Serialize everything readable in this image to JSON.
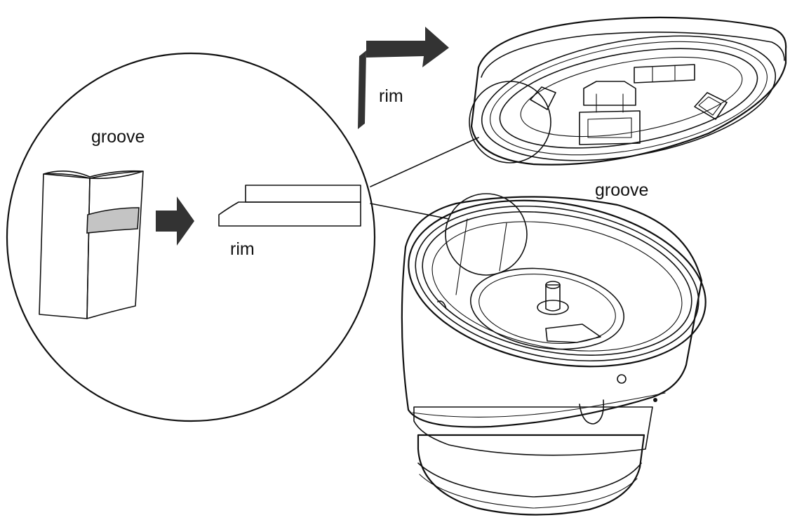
{
  "labels": {
    "detail_groove": "groove",
    "detail_rim": "rim",
    "top_rim": "rim",
    "body_groove": "groove"
  },
  "colors": {
    "line": "#111111",
    "arrow": "#333333",
    "groove_band": "#c4c4c4",
    "background": "#ffffff"
  }
}
